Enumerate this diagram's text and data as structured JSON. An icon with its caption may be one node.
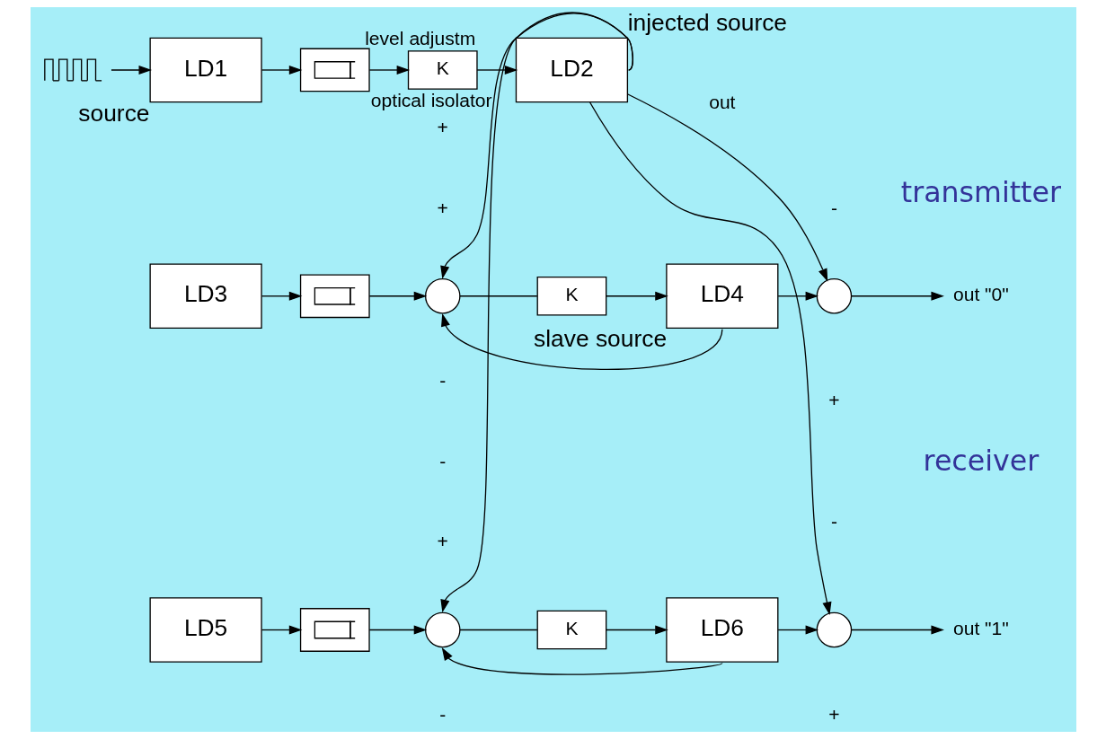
{
  "diagram": {
    "nodes": [
      {
        "text": [],
        "shape": "picture"
      },
      {
        "text": [
          "LD1"
        ],
        "beside": [
          "source"
        ]
      },
      {
        "text": [],
        "shape": "box",
        "beside": [
          "optical isolator"
        ]
      },
      {
        "text": [
          "K"
        ],
        "beside": [
          "level adjustm"
        ]
      },
      {
        "text": [
          "LD2"
        ],
        "beside": [
          "injected source"
        ]
      },
      {
        "text": [
          "LD3"
        ]
      },
      {
        "text": [],
        "shape": "box"
      },
      {
        "text": [],
        "shape": "circle"
      },
      {
        "text": [
          "K"
        ]
      },
      {
        "text": [
          "LD4"
        ],
        "beside": [
          "slave source"
        ]
      },
      {
        "text": [],
        "shape": "circle"
      },
      {
        "text": [
          "out \"0\""
        ]
      },
      {
        "text": [
          "LD5"
        ]
      },
      {
        "text": [],
        "shape": "box"
      },
      {
        "text": [],
        "shape": "circle"
      },
      {
        "text": [
          "K"
        ]
      },
      {
        "text": [
          "LD6"
        ]
      },
      {
        "text": [],
        "shape": "circle"
      },
      {
        "text": [
          "out \"1\""
        ]
      }
    ],
    "edges": [
      {
        "from": 0,
        "to": 1,
        "arrow": "to"
      },
      {
        "from": 1,
        "to": 2,
        "arrow": "to"
      },
      {
        "from": 2,
        "to": 3,
        "arrow": "to"
      },
      {
        "from": 3,
        "to": 4,
        "arrow": "to"
      },
      {
        "from": 4,
        "to": 10,
        "arrow": "to",
        "label": "out"
      },
      {
        "from": 4,
        "to": 7,
        "arrow": "to"
      },
      {
        "from": 4,
        "to": 14,
        "arrow": "to"
      },
      {
        "from": 4,
        "to": 17,
        "arrow": "to"
      },
      {
        "from": 5,
        "to": 6,
        "arrow": "to"
      },
      {
        "from": 6,
        "to": 7,
        "arrow": "to"
      },
      {
        "from": 7,
        "to": 8,
        "arrow": "none"
      },
      {
        "from": 8,
        "to": 9,
        "arrow": "to"
      },
      {
        "from": 9,
        "to": 10,
        "arrow": "to"
      },
      {
        "from": 9,
        "to": 7,
        "arrow": "to"
      },
      {
        "from": 10,
        "to": 11,
        "arrow": "to"
      },
      {
        "from": 12,
        "to": 13,
        "arrow": "to"
      },
      {
        "from": 13,
        "to": 14,
        "arrow": "to"
      },
      {
        "from": 14,
        "to": 15,
        "arrow": "none"
      },
      {
        "from": 15,
        "to": 16,
        "arrow": "to"
      },
      {
        "from": 16,
        "to": 17,
        "arrow": "to"
      },
      {
        "from": 16,
        "to": 14,
        "arrow": "to"
      },
      {
        "from": 17,
        "to": 18,
        "arrow": "to"
      }
    ],
    "labels": [
      "transmitter",
      "+",
      "-",
      "+",
      "+",
      "-",
      "receiver",
      "-",
      "-",
      "+",
      "+",
      "-"
    ]
  }
}
